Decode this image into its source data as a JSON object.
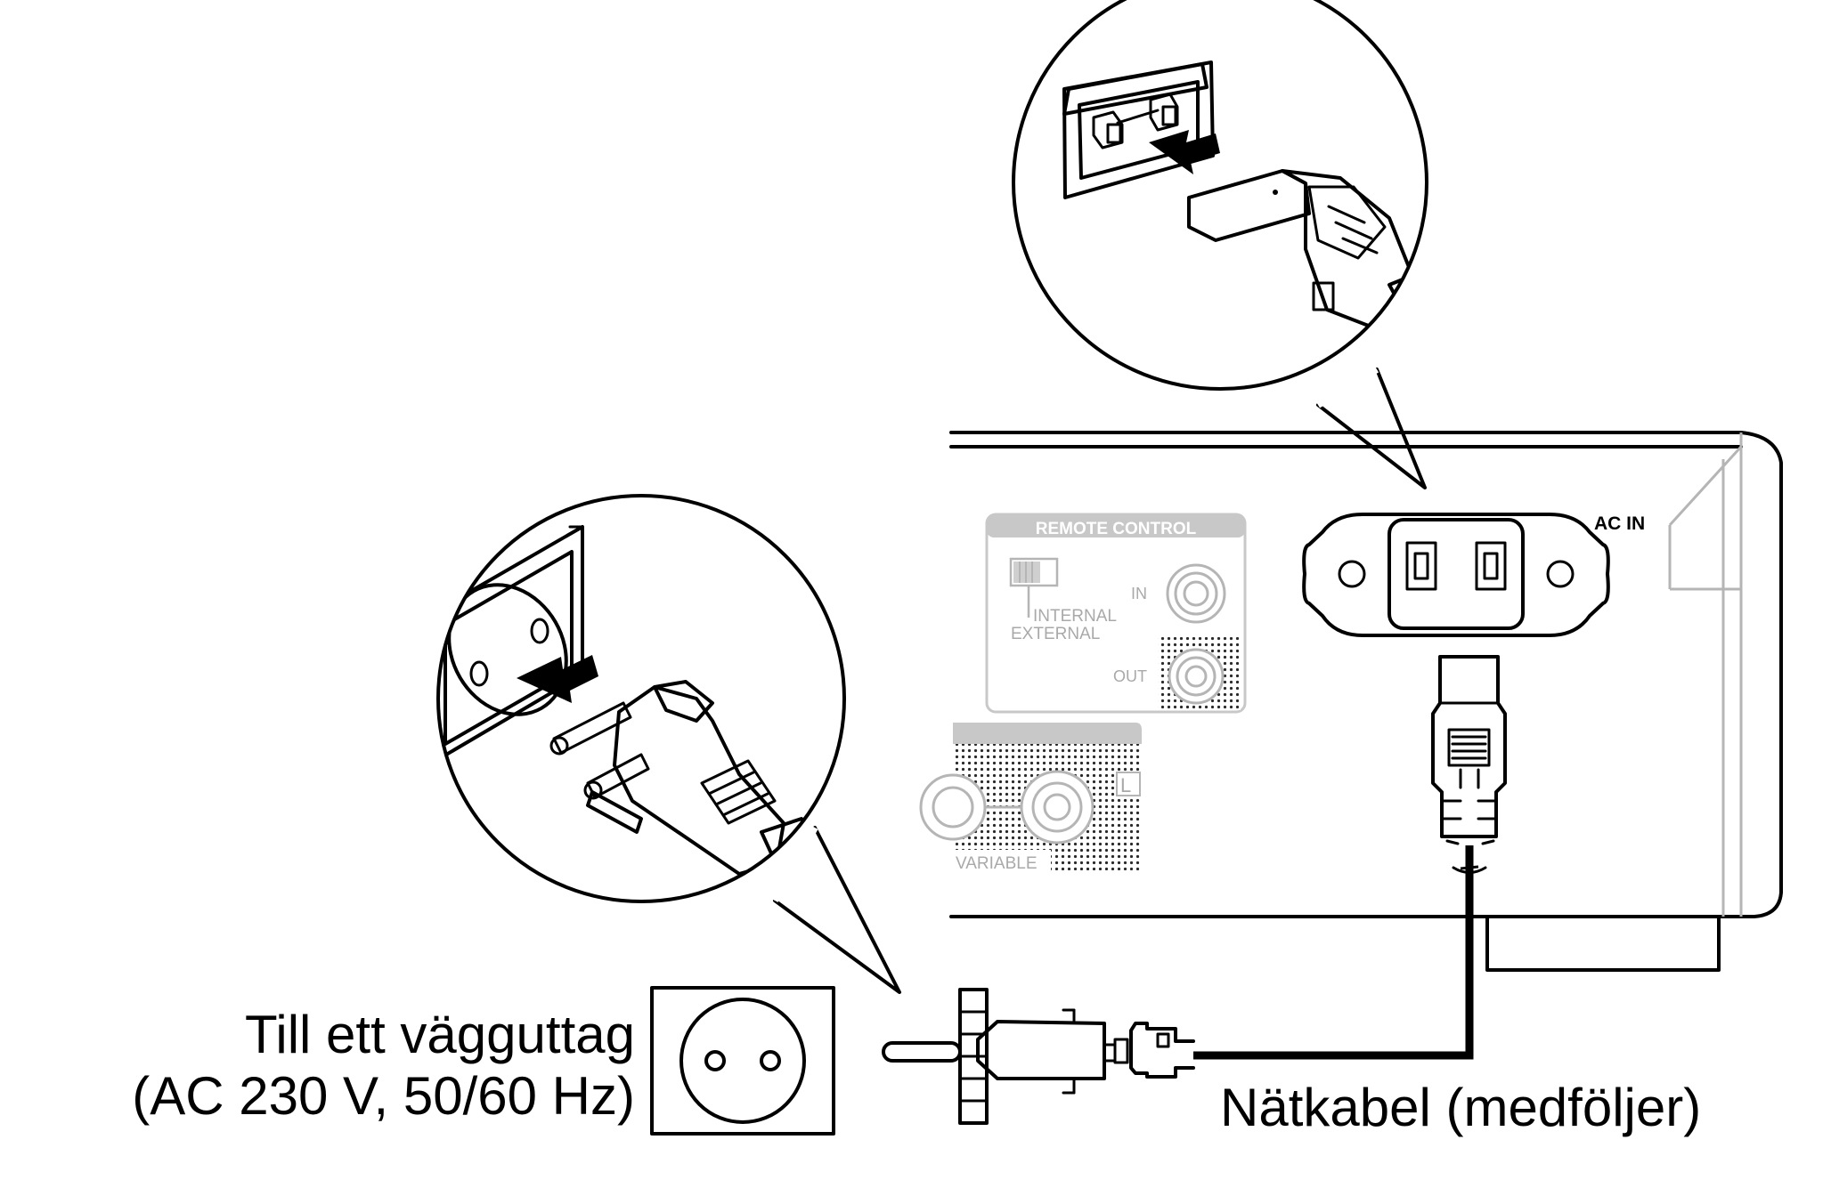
{
  "labels": {
    "wall_outlet_line1": "Till ett vägguttag",
    "wall_outlet_line2": "(AC 230 V, 50/60 Hz)",
    "power_cord": "Nätkabel (medföljer)",
    "ac_in": "AC IN",
    "remote_control": "REMOTE CONTROL",
    "in": "IN",
    "out": "OUT",
    "internal": "INTERNAL",
    "external": "EXTERNAL",
    "variable": "VARIABLE",
    "channel_l": "L"
  },
  "colors": {
    "line": "#000000",
    "panel_grey": "#c8c8c8",
    "plug_grey": "#8c8c8c",
    "plug_dark": "#6e6e6e",
    "socket_light": "#e8e8e8"
  }
}
